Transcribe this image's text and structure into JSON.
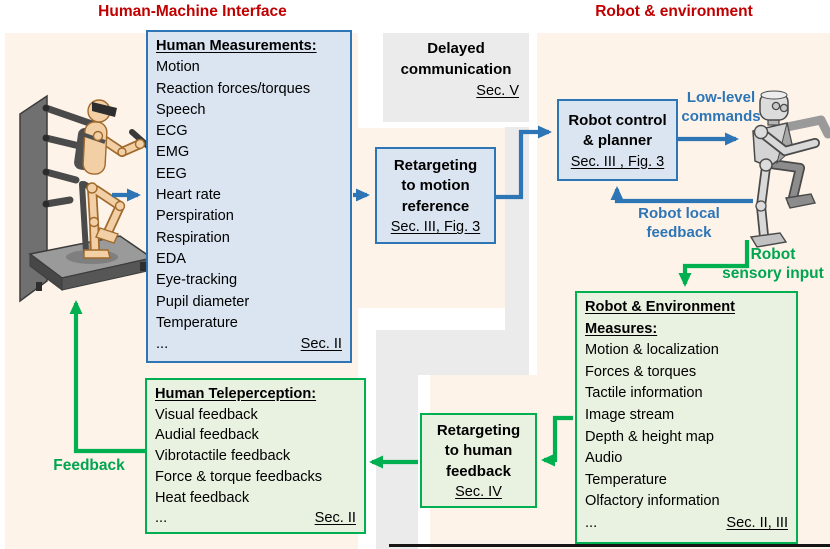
{
  "headers": {
    "left": "Human-Machine Interface",
    "right": "Robot & environment"
  },
  "colors": {
    "accent_red": "#C00000",
    "accent_blue": "#2E75B6",
    "blue_box_fill": "#DBE5F1",
    "accent_green": "#00B050",
    "green_box_fill": "#E9F2E1",
    "comm_band_gray": "#EBEBEB",
    "panel_cream": "#FDF3E9"
  },
  "boxes": {
    "human_measurements": {
      "title": "Human Measurements:",
      "items": [
        "Motion",
        "Reaction forces/torques",
        "Speech",
        "ECG",
        "EMG",
        "EEG",
        "Heart rate",
        "Perspiration",
        "Respiration",
        "EDA",
        "Eye-tracking",
        "Pupil diameter",
        "Temperature"
      ],
      "ellipsis": "...",
      "sec": "Sec. II"
    },
    "delayed_communication": {
      "title": "Delayed\ncommunication",
      "sec": "Sec. V"
    },
    "retargeting_motion": {
      "title": "Retargeting\nto motion\nreference",
      "sec": "Sec. III, Fig. 3"
    },
    "robot_control": {
      "title": "Robot control\n& planner",
      "sec": "Sec. III , Fig. 3"
    },
    "robot_env_measures": {
      "title": "Robot & Environment Measures:",
      "items": [
        "Motion & localization",
        "Forces & torques",
        "Tactile information",
        "Image stream",
        "Depth & height map",
        "Audio",
        "Temperature",
        "Olfactory information"
      ],
      "ellipsis": "...",
      "sec": "Sec. II, III"
    },
    "human_teleperception": {
      "title": "Human Teleperception:",
      "items": [
        "Visual feedback",
        "Audial feedback",
        "Vibrotactile feedback",
        "Force & torque feedbacks",
        "Heat feedback"
      ],
      "ellipsis": "...",
      "sec": "Sec. II"
    },
    "retargeting_human": {
      "title": "Retargeting\nto human\nfeedback",
      "sec": "Sec. IV"
    }
  },
  "flow_labels": {
    "low_level_commands": "Low-level\ncommands",
    "robot_local_feedback": "Robot local\nfeedback",
    "robot_sensory_input": "Robot\nsensory input",
    "feedback": "Feedback"
  },
  "figures": {
    "human": "human operator in exoskeleton rig on platform",
    "robot": "humanoid robot"
  }
}
